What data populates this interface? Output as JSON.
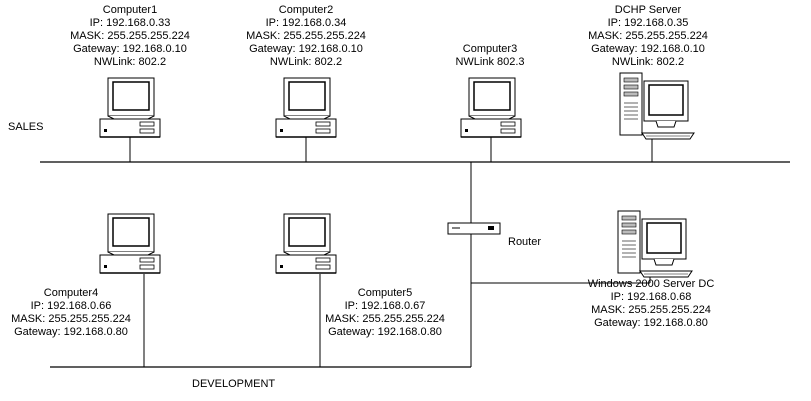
{
  "segments": {
    "sales": "SALES",
    "development": "DEVELOPMENT"
  },
  "router": {
    "label": "Router"
  },
  "nodes": {
    "computer1": {
      "name": "Computer1",
      "lines": [
        "IP: 192.168.0.33",
        "MASK: 255.255.255.224",
        "Gateway: 192.168.0.10",
        "NWLink: 802.2"
      ]
    },
    "computer2": {
      "name": "Computer2",
      "lines": [
        "IP: 192.168.0.34",
        "MASK: 255.255.255.224",
        "Gateway: 192.168.0.10",
        "NWLink: 802.2"
      ]
    },
    "computer3": {
      "name": "Computer3",
      "lines": [
        "NWLink 802.3"
      ]
    },
    "dhcp_server": {
      "name": "DCHP Server",
      "lines": [
        "IP: 192.168.0.35",
        "MASK: 255.255.255.224",
        "Gateway: 192.168.0.10",
        "NWLink: 802.2"
      ]
    },
    "computer4": {
      "name": "Computer4",
      "lines": [
        "IP: 192.168.0.66",
        "MASK: 255.255.255.224",
        "Gateway: 192.168.0.80"
      ]
    },
    "computer5": {
      "name": "Computer5",
      "lines": [
        "IP: 192.168.0.67",
        "MASK: 255.255.255.224",
        "Gateway: 192.168.0.80"
      ]
    },
    "dc_server": {
      "name": "Windows 2000 Server DC",
      "lines": [
        "IP: 192.168.0.68",
        "MASK: 255.255.255.224",
        "Gateway: 192.168.0.80"
      ]
    }
  }
}
